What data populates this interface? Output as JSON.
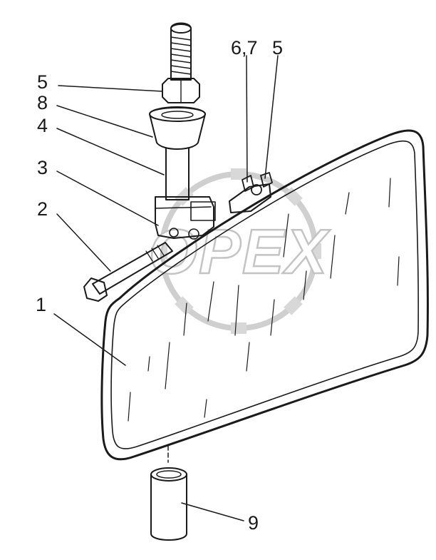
{
  "watermark": {
    "text": "OPEX",
    "color": "#d4d4d4"
  },
  "callouts": [
    {
      "id": "1",
      "text": "1"
    },
    {
      "id": "2",
      "text": "2"
    },
    {
      "id": "3",
      "text": "3"
    },
    {
      "id": "4",
      "text": "4"
    },
    {
      "id": "5a",
      "text": "5"
    },
    {
      "id": "8",
      "text": "8"
    },
    {
      "id": "67",
      "text": "6,7"
    },
    {
      "id": "5b",
      "text": "5"
    },
    {
      "id": "9",
      "text": "9"
    }
  ],
  "colors": {
    "ink": "#1a1a1a",
    "background": "#ffffff",
    "watermark": "#d4d4d4"
  }
}
